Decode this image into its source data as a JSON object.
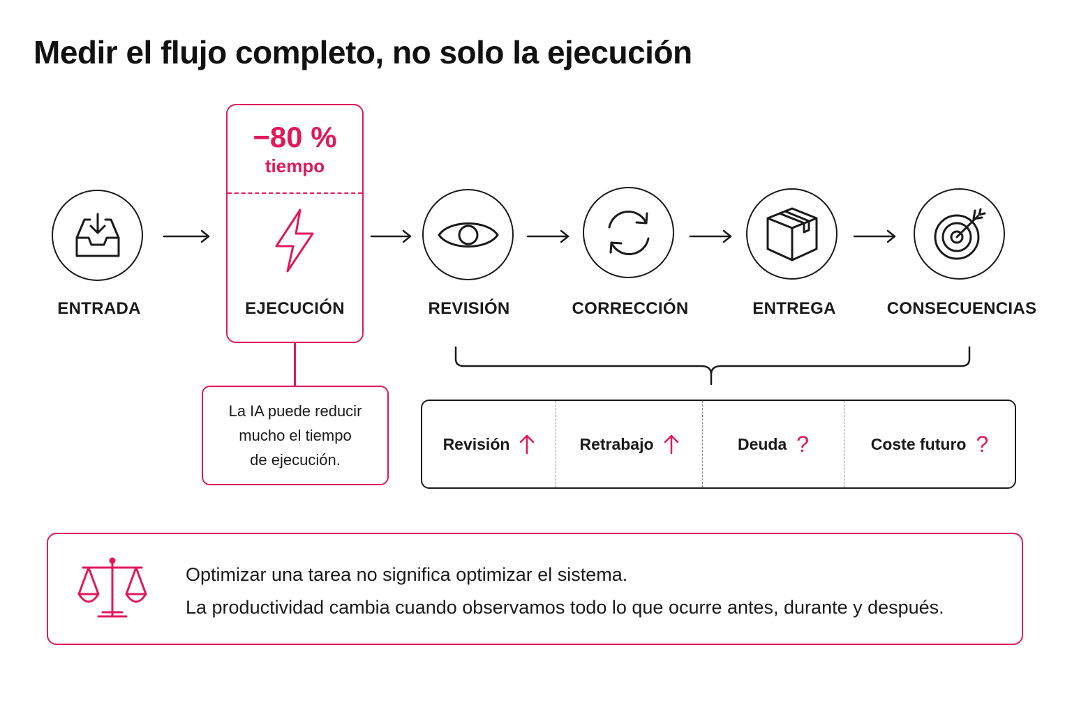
{
  "title": "Medir el flujo completo, no solo la ejecución",
  "colors": {
    "accent": "#e0195a",
    "text": "#111111",
    "background": "#ffffff"
  },
  "steps": [
    {
      "label": "ENTRADA",
      "icon": "inbox-icon"
    },
    {
      "label": "EJECUCIÓN",
      "icon": "lightning-icon"
    },
    {
      "label": "REVISIÓN",
      "icon": "eye-icon"
    },
    {
      "label": "CORRECCIÓN",
      "icon": "refresh-icon"
    },
    {
      "label": "ENTREGA",
      "icon": "box-icon"
    },
    {
      "label": "CONSECUENCIAS",
      "icon": "target-icon"
    }
  ],
  "execution": {
    "value": "−80 %",
    "unit": "tiempo"
  },
  "note": {
    "lines": [
      "La IA puede reducir",
      "mucho el tiempo",
      "de ejecución."
    ]
  },
  "metrics": [
    {
      "label": "Revisión",
      "mark": "arrow-up-icon"
    },
    {
      "label": "Retrabajo",
      "mark": "arrow-up-icon"
    },
    {
      "label": "Deuda",
      "mark_text": "?"
    },
    {
      "label": "Coste futuro",
      "mark_text": "?"
    }
  ],
  "footer": {
    "icon": "scale-icon",
    "line1": "Optimizar una tarea no significa optimizar el sistema.",
    "line2": "La productividad cambia cuando observamos todo lo que ocurre antes, durante y después."
  }
}
